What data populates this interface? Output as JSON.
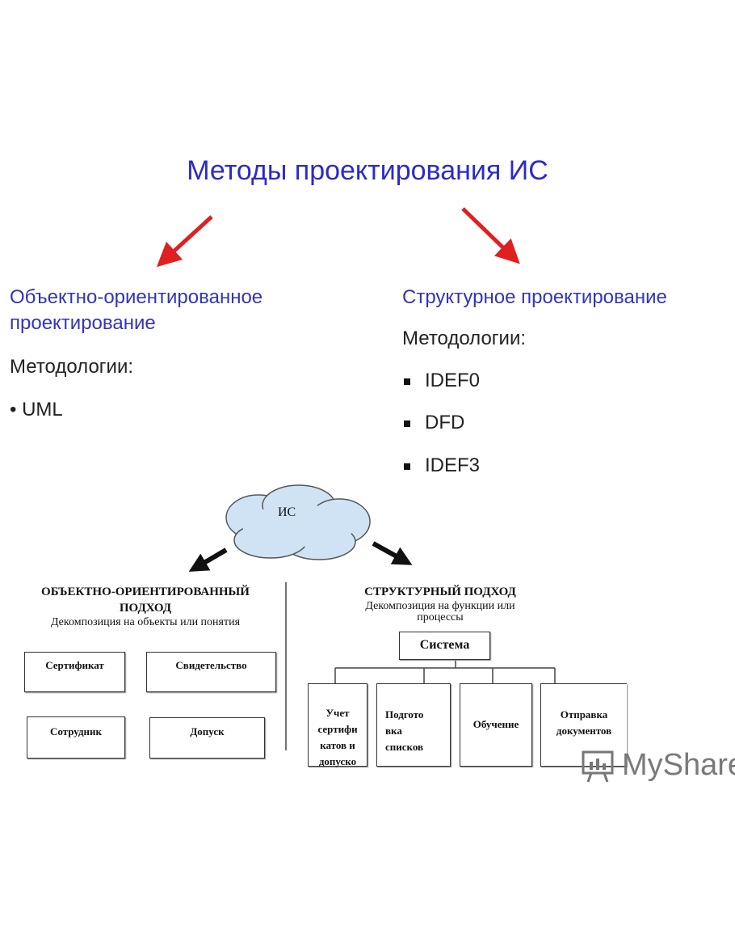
{
  "title": "Методы проектирования ИС",
  "left": {
    "heading_line1": "Объектно-ориентированное",
    "heading_line2": "проектирование",
    "methodologies_label": "Методологии:",
    "items": [
      "UML"
    ]
  },
  "right": {
    "heading": "Структурное проектирование",
    "methodologies_label": "Методологии:",
    "items": [
      "IDEF0",
      "DFD",
      "IDEF3"
    ]
  },
  "diagram": {
    "cloud_label": "ИС",
    "oo": {
      "heading_line1": "ОБЪЕКТНО-ОРИЕНТИРОВАННЫЙ",
      "heading_line2": "ПОДХОД",
      "subtitle": "Декомпозиция на объекты или понятия",
      "boxes": [
        "Сертификат",
        "Свидетельство",
        "Сотрудник",
        "Допуск"
      ]
    },
    "struct": {
      "heading": "СТРУКТУРНЫЙ ПОДХОД",
      "subtitle_line1": "Декомпозиция на функции или",
      "subtitle_line2": "процессы",
      "root": "Система",
      "children": [
        "Учет сертифи катов и допуско",
        "Подгото вка списков",
        "Обучение",
        "Отправка документов"
      ]
    }
  },
  "watermark": "MyShare",
  "colors": {
    "title": "#2b2bc8",
    "heading": "#3434b4",
    "arrow_red": "#e02020",
    "cloud": "#cfe3f5"
  }
}
